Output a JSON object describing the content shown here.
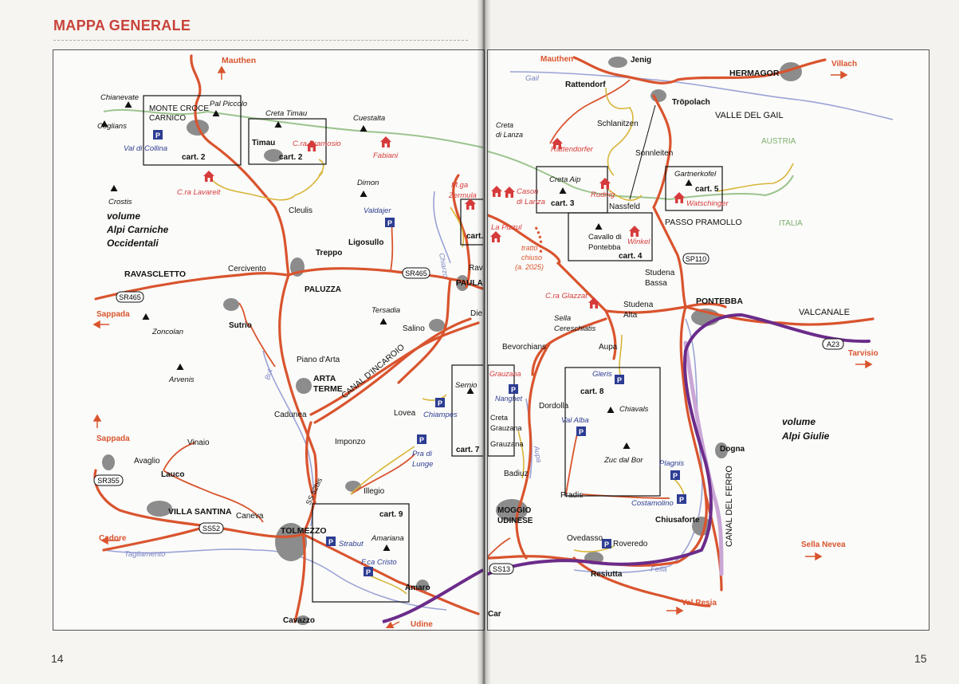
{
  "header": {
    "title": "MAPPA GENERALE",
    "page_left": "14",
    "page_right": "15"
  },
  "colors": {
    "road": "#d9542e",
    "road_dark": "#c6462a",
    "trail": "#d8b63a",
    "motorway": "#6b2c8a",
    "motorway_light": "#c9a6d6",
    "river": "#9aa3d6",
    "border": "#9cc48e",
    "town": "#8c8c8c",
    "poi": "#d63b3b",
    "parking": "#2d3d92",
    "text": "#111111",
    "accent_red": "#c8423a"
  },
  "labels": {
    "mauthen1": "Mauthen",
    "mauthen2": "Mauthen",
    "chianevate": "Chianevate",
    "coglians": "Coglians",
    "monte_croce": "MONTE CROCE",
    "carnico": "CARNICO",
    "pal_piccolo": "Pal Piccolo",
    "val_di_collina": "Val di Collina",
    "cart2a": "cart. 2",
    "creta_timau": "Creta Timau",
    "timau": "Timau",
    "cra_pramosio": "C.ra Pramosio",
    "cart2b": "cart. 2",
    "cuestalta": "Cuestalta",
    "fabiani": "Fabiani",
    "cra_lavareit": "C.ra Lavareit",
    "crostis": "Crostis",
    "volume_l1": "volume",
    "volume_l2": "Alpi Carniche",
    "volume_l3": "Occidentali",
    "cleulis": "Cleulis",
    "dimon": "Dimon",
    "valdajer": "Valdajer",
    "ligosullo": "Ligosullo",
    "treppo": "Treppo",
    "ravascletto": "RAVASCLETTO",
    "cercivento": "Cercivento",
    "sr465a": "SR465",
    "sr465b": "SR465",
    "paluzza": "PALUZZA",
    "sappada1": "Sappada",
    "zoncolan": "Zoncolan",
    "sutrio": "Sutrio",
    "tersadia": "Tersadia",
    "salino": "Salino",
    "canal_incaroio": "CANAL D'INCAROIO",
    "piano_arta": "Piano d'Arta",
    "arta": "ARTA",
    "terme": "TERME",
    "arvenis": "Arvenis",
    "but": "But",
    "cadunea": "Cadunea",
    "lovea": "Lovea",
    "chiampes": "Chiampes",
    "sernio": "Sernio",
    "cart7": "cart. 7",
    "imponzo": "Imponzo",
    "pra_di": "Pra di",
    "lunge": "Lunge",
    "sappada2": "Sappada",
    "vinaio": "Vinaio",
    "avaglio": "Avaglio",
    "lauco": "Lauco",
    "sr355": "SR355",
    "villa_santina": "VILLA SANTINA",
    "ss52b": "SS 52bis",
    "illegio": "Illegio",
    "cart9": "cart. 9",
    "caneva": "Caneva",
    "ss52": "SS52",
    "tolmezzo": "TOLMEZZO",
    "strabut": "Strabut",
    "amariana": "Amariana",
    "cadore": "Cadore",
    "tagliamento": "Tagliamento",
    "fca_cristo": "F.ca Cristo",
    "amaro": "Amaro",
    "cavazzo": "Cavazzo",
    "udine": "Udine",
    "mga": "M.ga",
    "zermula": "Zermula",
    "cart_trunc": "cart.",
    "rav": "Rav",
    "chiarzo": "Chiarzo",
    "paula": "PAULA",
    "die": "Die",
    "jenig": "Jenig",
    "gail": "Gail",
    "rattendorf": "Rattendorf",
    "hermagor": "HERMAGOR",
    "villach": "Villach",
    "tropolach": "Tröpolach",
    "valle_gail": "VALLE DEL GAIL",
    "schlanitzen": "Schlanitzen",
    "creta_l1": "Creta",
    "creta_l2": "di Lanza",
    "rattendorfer": "Rattendorfer",
    "sonnleiten": "Sonnleiten",
    "austria": "AUSTRIA",
    "creta_aip": "Creta Aip",
    "cason_l1": "Cason",
    "cason_l2": "di Lanza",
    "cart3": "cart. 3",
    "rudnig": "Rudnig",
    "gartnerkofel": "Gartnerkofel",
    "cart5": "cart. 5",
    "watschinger": "Watschinger",
    "nassfeld": "Nassfeld",
    "passo_pramollo": "PASSO PRAMOLLO",
    "italia": "ITALIA",
    "la_pizzul": "La Pizzul",
    "cavallo_l1": "Cavallo di",
    "cavallo_l2": "Pontebba",
    "winkel": "Winkel",
    "cart4": "cart. 4",
    "tratto_l1": "tratto",
    "tratto_l2": "chiuso",
    "tratto_l3": "(a. 2025)",
    "sp110": "SP110",
    "studena_bassa_l1": "Studena",
    "studena_bassa_l2": "Bassa",
    "cra_glazzat": "C.ra Glazzat",
    "studena_alta_l1": "Studena",
    "studena_alta_l2": "Alta",
    "pontebba": "PONTEBBA",
    "valcanale": "VALCANALE",
    "sella_l1": "Sella",
    "sella_l2": "Cereschiatis",
    "bevorchians": "Bevorchians",
    "aupa": "Aupa",
    "a23": "A23",
    "tarvisio": "Tarvisio",
    "grauzana_top": "Grauzana",
    "nanghet": "Nanghet",
    "gleris": "Gleris",
    "cart8": "cart. 8",
    "dordolla": "Dordolla",
    "chiavals": "Chiavals",
    "creta_grauzana_l1": "Creta",
    "creta_grauzana_l2": "Grauzana",
    "grauzana": "Grauzana",
    "val_alba": "Val Alba",
    "aupa_river": "Aupa",
    "volume_r1": "volume",
    "volume_r2": "Alpi Giulie",
    "dogna": "Dogna",
    "zuc_dal_bor": "Zuc dal Bor",
    "badiuz": "Badiuz",
    "plagnis": "Plagnis",
    "canal_ferro": "CANAL DEL FERRO",
    "pradis": "Pradis",
    "costamolino": "Costamolino",
    "moggio_l1": "MOGGIO",
    "moggio_l2": "UDINESE",
    "chiusaforte": "Chiusaforte",
    "ovedasso": "Ovedasso",
    "roveredo": "Roveredo",
    "sella_nevea": "Sella Nevea",
    "ss13": "SS13",
    "resiutta": "Resiutta",
    "fella": "Fella",
    "val_resia": "Val Resia",
    "car": "Car"
  }
}
